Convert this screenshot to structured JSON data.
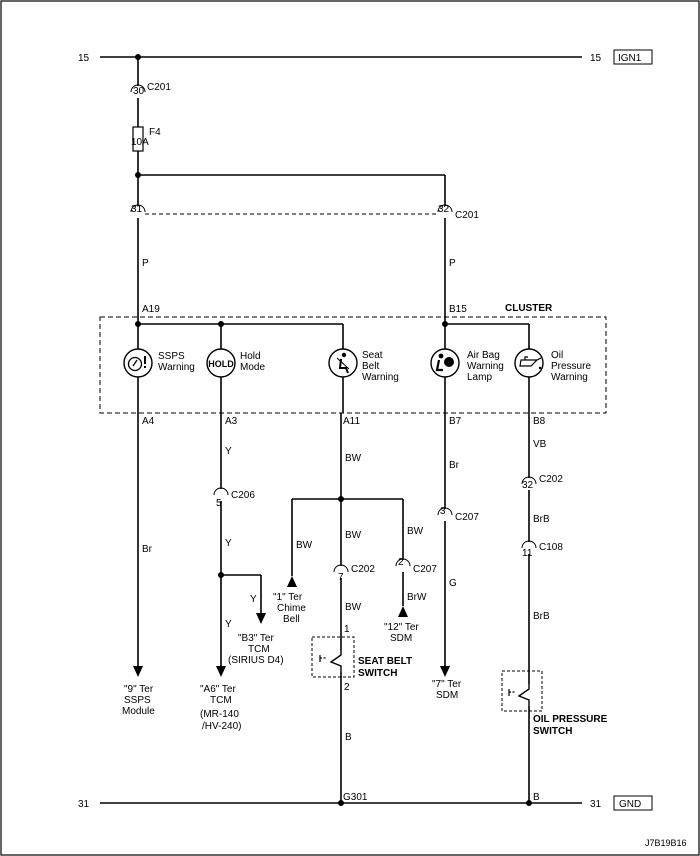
{
  "rails": {
    "top_left": "15",
    "top_right": "15",
    "top_tag": "IGN1",
    "bottom_left": "31",
    "bottom_right": "31",
    "bottom_tag": "GND"
  },
  "connectors": {
    "c201_top_pin": "30",
    "c201_top": "C201",
    "fuse_name": "F4",
    "fuse_rating": "10A",
    "c201_left_pin": "31",
    "c201_right_pin": "32",
    "c201_mid": "C201",
    "c206_pin": "5",
    "c206": "C206",
    "c207_left_pin": "2",
    "c207_left": "C207",
    "c202_mid_pin": "7",
    "c202_mid": "C202",
    "c207_right_pin": "3",
    "c207_right": "C207",
    "c202_right_pin": "32",
    "c202_right": "C202",
    "c108_pin": "11",
    "c108": "C108",
    "ground_g301": "G301",
    "ground_b": "B"
  },
  "wires": {
    "p_left": "P",
    "p_right": "P",
    "br_left": "Br",
    "y1": "Y",
    "y2": "Y",
    "y3": "Y",
    "y4": "Y",
    "bw1": "BW",
    "bw2": "BW",
    "bw3": "BW",
    "bw4": "BW",
    "bw5": "BW",
    "brw": "BrW",
    "br_mid": "Br",
    "g": "G",
    "vb": "VB",
    "brb1": "BrB",
    "brb2": "BrB",
    "b_bottom": "B"
  },
  "cluster": {
    "title": "CLUSTER",
    "pin_a19": "A19",
    "pin_b15": "B15",
    "pin_a4": "A4",
    "pin_a3": "A3",
    "pin_a11": "A11",
    "pin_b7": "B7",
    "pin_b8": "B8",
    "sspss_1": "SSPS",
    "sspss_2": "Warning",
    "hold_icon": "HOLD",
    "hold_1": "Hold",
    "hold_2": "Mode",
    "seat_1": "Seat",
    "seat_2": "Belt",
    "seat_3": "Warning",
    "airbag_1": "Air Bag",
    "airbag_2": "Warning",
    "airbag_3": "Lamp",
    "oil_1": "Oil",
    "oil_2": "Pressure",
    "oil_3": "Warning"
  },
  "destinations": {
    "ssps_1": "\"9\" Ter",
    "ssps_2": "SSPS",
    "ssps_3": "Module",
    "chime_1": "\"1\" Ter",
    "chime_2": "Chime",
    "chime_3": "Bell",
    "sdm12_1": "\"12\" Ter",
    "sdm12_2": "SDM",
    "b3_1": "\"B3\" Ter",
    "b3_2": "TCM",
    "b3_3": "(SIRIUS D4)",
    "a6_1": "\"A6\" Ter",
    "a6_2": "TCM",
    "a6_3": "(MR-140",
    "a6_4": "/HV-240)",
    "sdm7_1": "\"7\" Ter",
    "sdm7_2": "SDM"
  },
  "switches": {
    "seat_pin_top": "1",
    "seat_pin_bottom": "2",
    "seat_1": "SEAT BELT",
    "seat_2": "SWITCH",
    "oil_1": "OIL PRESSURE",
    "oil_2": "SWITCH"
  },
  "footer": {
    "code": "J7B19B16"
  }
}
